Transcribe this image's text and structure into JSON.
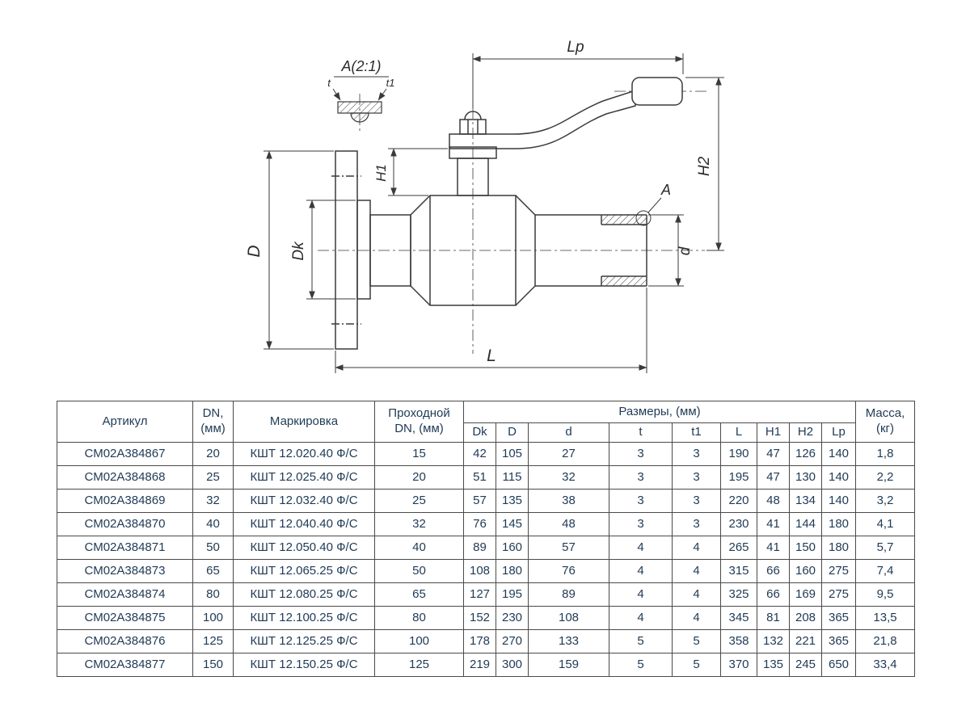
{
  "drawing": {
    "detail_view_label": "A(2:1)",
    "callout_label": "A",
    "dim_labels": {
      "lp": "Lp",
      "h2": "H2",
      "h1": "H1",
      "D": "D",
      "dk": "Dk",
      "d": "d",
      "L": "L",
      "t": "t",
      "t1": "t1"
    }
  },
  "table": {
    "headers": {
      "article": "Артикул",
      "dn": "DN, (мм)",
      "marking": "Маркировка",
      "bore_dn": "Проходной DN, (мм)",
      "dimensions_group": "Размеры, (мм)",
      "mass": "Масса, (кг)",
      "dimension_columns": [
        "Dk",
        "D",
        "d",
        "t",
        "t1",
        "L",
        "H1",
        "H2",
        "Lp"
      ]
    },
    "rows": [
      [
        "СМ02А384867",
        "20",
        "КШТ 12.020.40 Ф/С",
        "15",
        "42",
        "105",
        "27",
        "3",
        "3",
        "190",
        "47",
        "126",
        "140",
        "1,8"
      ],
      [
        "СМ02А384868",
        "25",
        "КШТ 12.025.40 Ф/С",
        "20",
        "51",
        "115",
        "32",
        "3",
        "3",
        "195",
        "47",
        "130",
        "140",
        "2,2"
      ],
      [
        "СМ02А384869",
        "32",
        "КШТ 12.032.40 Ф/С",
        "25",
        "57",
        "135",
        "38",
        "3",
        "3",
        "220",
        "48",
        "134",
        "140",
        "3,2"
      ],
      [
        "СМ02А384870",
        "40",
        "КШТ 12.040.40 Ф/С",
        "32",
        "76",
        "145",
        "48",
        "3",
        "3",
        "230",
        "41",
        "144",
        "180",
        "4,1"
      ],
      [
        "СМ02А384871",
        "50",
        "КШТ 12.050.40 Ф/С",
        "40",
        "89",
        "160",
        "57",
        "4",
        "4",
        "265",
        "41",
        "150",
        "180",
        "5,7"
      ],
      [
        "СМ02А384873",
        "65",
        "КШТ 12.065.25 Ф/С",
        "50",
        "108",
        "180",
        "76",
        "4",
        "4",
        "315",
        "66",
        "160",
        "275",
        "7,4"
      ],
      [
        "СМ02А384874",
        "80",
        "КШТ 12.080.25 Ф/С",
        "65",
        "127",
        "195",
        "89",
        "4",
        "4",
        "325",
        "66",
        "169",
        "275",
        "9,5"
      ],
      [
        "СМ02А384875",
        "100",
        "КШТ 12.100.25 Ф/С",
        "80",
        "152",
        "230",
        "108",
        "4",
        "4",
        "345",
        "81",
        "208",
        "365",
        "13,5"
      ],
      [
        "СМ02А384876",
        "125",
        "КШТ 12.125.25 Ф/С",
        "100",
        "178",
        "270",
        "133",
        "5",
        "5",
        "358",
        "132",
        "221",
        "365",
        "21,8"
      ],
      [
        "СМ02А384877",
        "150",
        "КШТ 12.150.25 Ф/С",
        "125",
        "219",
        "300",
        "159",
        "5",
        "5",
        "370",
        "135",
        "245",
        "650",
        "33,4"
      ]
    ]
  }
}
